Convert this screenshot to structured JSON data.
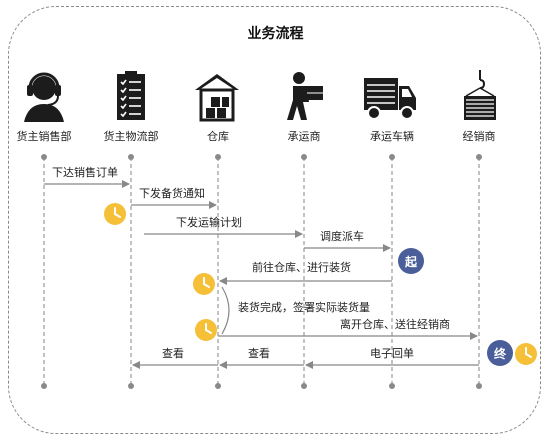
{
  "title": "业务流程",
  "actors": [
    {
      "id": "sales",
      "label": "货主销售部",
      "icon": "headset-agent-icon"
    },
    {
      "id": "logistics",
      "label": "货主物流部",
      "icon": "clipboard-checklist-icon"
    },
    {
      "id": "warehouse",
      "label": "仓库",
      "icon": "warehouse-boxes-icon"
    },
    {
      "id": "carrier",
      "label": "承运商",
      "icon": "delivery-person-icon"
    },
    {
      "id": "truck",
      "label": "承运车辆",
      "icon": "truck-icon"
    },
    {
      "id": "dealer",
      "label": "经销商",
      "icon": "crane-container-icon"
    }
  ],
  "messages": [
    {
      "from": "sales",
      "to": "logistics",
      "label": "下达销售订单"
    },
    {
      "from": "logistics",
      "to": "warehouse",
      "label": "下发备货通知"
    },
    {
      "from": "logistics",
      "to": "carrier",
      "label": "下发运输计划"
    },
    {
      "from": "carrier",
      "to": "truck",
      "label": "调度派车"
    },
    {
      "from": "truck",
      "to": "warehouse",
      "label": "前往仓库、进行装货"
    },
    {
      "from": "warehouse",
      "to": "warehouse",
      "label": "装货完成，签署实际装货量"
    },
    {
      "from": "warehouse",
      "to": "dealer",
      "label": "离开仓库、送往经销商"
    },
    {
      "from": "dealer",
      "to": "carrier",
      "label": "电子回单"
    },
    {
      "from": "carrier",
      "to": "warehouse",
      "label": "查看"
    },
    {
      "from": "warehouse",
      "to": "logistics",
      "label": "查看"
    }
  ],
  "badges": {
    "start": "起",
    "end": "终"
  },
  "clock_icon": "clock-icon",
  "colors": {
    "lifeline": "#9a9a9a",
    "arrow": "#888888",
    "clock": "#f5c038",
    "badge": "#4a5f9a",
    "icon": "#1c1c1c"
  }
}
